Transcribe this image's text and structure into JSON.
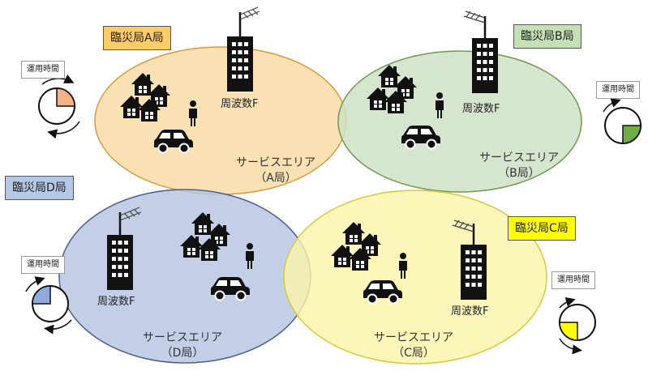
{
  "stations": [
    {
      "key": "A",
      "name": "臨災局A局",
      "label_bg": "#ffcc66",
      "area_fill": "#f9dca6",
      "area_stroke": "#d59a3a",
      "pie_fill": "#f4b183",
      "frequency": "周波数F",
      "service_area": "サービスエリア",
      "service_area_sub": "（A局）",
      "op_time_label": "運用時間"
    },
    {
      "key": "B",
      "name": "臨災局B局",
      "label_bg": "#c5e0b4",
      "area_fill": "#cfe1c4",
      "area_stroke": "#6f9a4e",
      "pie_fill": "#70ad47",
      "frequency": "周波数F",
      "service_area": "サービスエリア",
      "service_area_sub": "（B局）",
      "op_time_label": "運用時間"
    },
    {
      "key": "C",
      "name": "臨災局C局",
      "label_bg": "#ffff00",
      "area_fill": "#fbf5a8",
      "area_stroke": "#d8c83a",
      "pie_fill": "#ffff00",
      "frequency": "周波数F",
      "service_area": "サービスエリア",
      "service_area_sub": "（C局）",
      "op_time_label": "運用時間"
    },
    {
      "key": "D",
      "name": "臨災局D局",
      "label_bg": "#b4c7e7",
      "area_fill": "#b7c7e3",
      "area_stroke": "#4a5f8c",
      "pie_fill": "#8faadc",
      "frequency": "周波数F",
      "service_area": "サービスエリア",
      "service_area_sub": "（D局）",
      "op_time_label": "運用時間"
    }
  ],
  "icons": {
    "transmitter": "building-antenna-icon",
    "houses": "houses-icon",
    "person": "person-icon",
    "car": "car-icon",
    "clock": "clock-pie-icon",
    "cycle_arrows": "cycle-arrows-icon"
  }
}
